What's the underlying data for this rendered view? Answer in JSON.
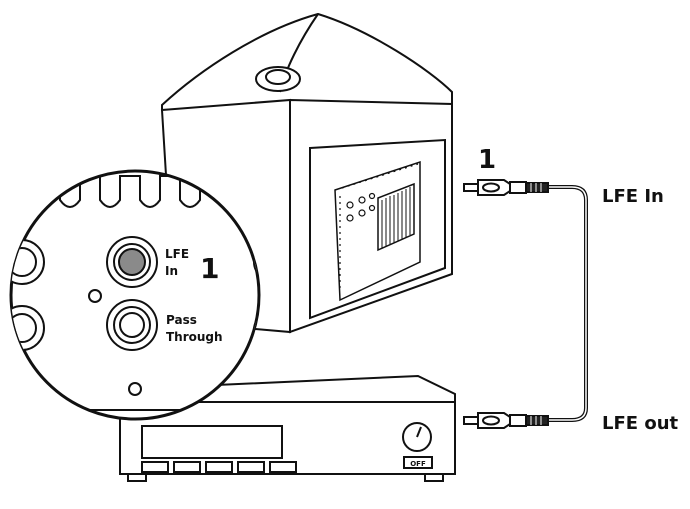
{
  "labels": {
    "step_number_zoom": "1",
    "step_number_cable": "1",
    "lfe_in_line1": "LFE",
    "lfe_in_line2": "In",
    "pass_line1": "Pass",
    "pass_line2": "Through",
    "cable_top": "LFE In",
    "cable_bottom": "LFE out",
    "receiver_button": "OFF"
  },
  "icons": {
    "subwoofer": "subwoofer-icon",
    "receiver": "av-receiver-icon",
    "rca_cable": "rca-cable-icon",
    "zoom_callout": "magnifier-callout-icon"
  },
  "colors": {
    "line": "#111111",
    "jack_fill": "#8a8a8a",
    "background": "#ffffff"
  }
}
